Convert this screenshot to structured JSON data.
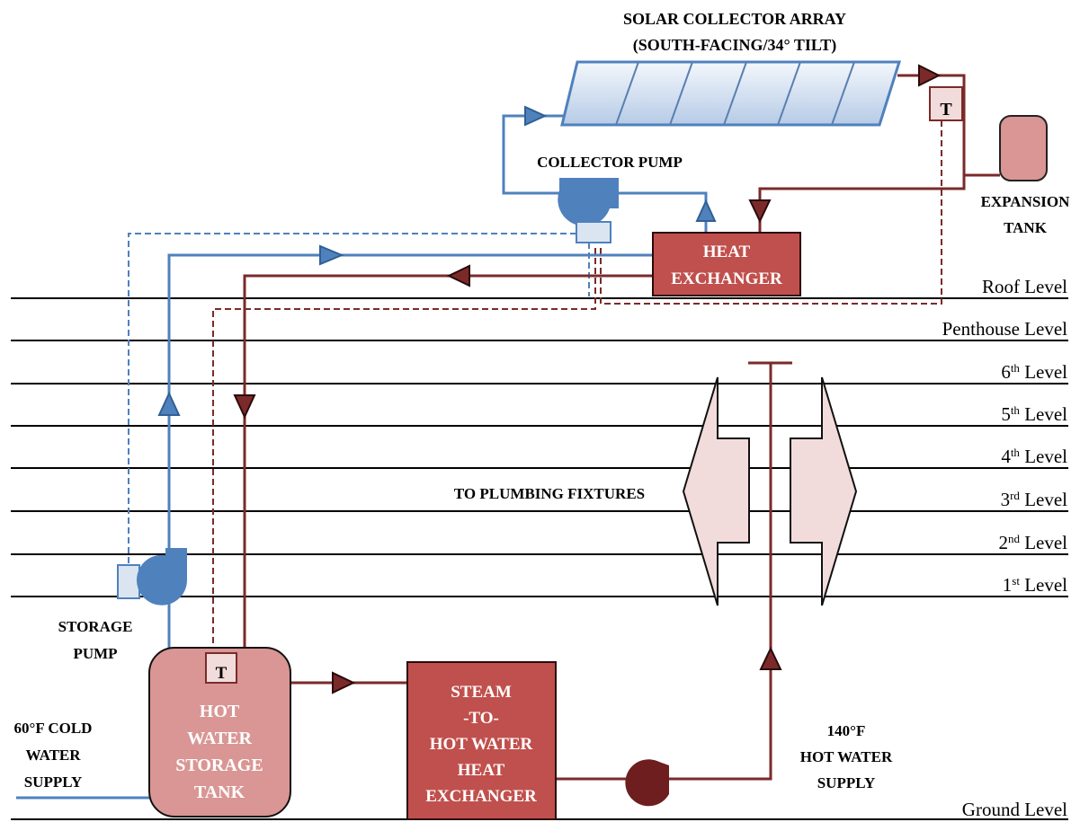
{
  "labels": {
    "solar_array_line1": "SOLAR COLLECTOR ARRAY",
    "solar_array_line2": "(SOUTH-FACING/34° TILT)",
    "collector_pump": "COLLECTOR PUMP",
    "expansion_tank_line1": "EXPANSION",
    "expansion_tank_line2": "TANK",
    "heat_exchanger_line1": "HEAT",
    "heat_exchanger_line2": "EXCHANGER",
    "plumbing_fixtures": "TO PLUMBING FIXTURES",
    "storage_pump_line1": "STORAGE",
    "storage_pump_line2": "PUMP",
    "cold_supply_line1": "60°F COLD",
    "cold_supply_line2": "WATER",
    "cold_supply_line3": "SUPPLY",
    "storage_tank_line1": "HOT",
    "storage_tank_line2": "WATER",
    "storage_tank_line3": "STORAGE",
    "storage_tank_line4": "TANK",
    "steam_hx_line1": "STEAM",
    "steam_hx_line2": "-TO-",
    "steam_hx_line3": "HOT WATER",
    "steam_hx_line4": "HEAT",
    "steam_hx_line5": "EXCHANGER",
    "hot_supply_line1": "140°F",
    "hot_supply_line2": "HOT WATER",
    "hot_supply_line3": "SUPPLY",
    "thermostat_symbol": "T"
  },
  "levels": {
    "roof": "Roof Level",
    "penthouse": "Penthouse Level",
    "sixth_num": "6",
    "sixth_sup": "th",
    "fifth_num": "5",
    "fifth_sup": "th",
    "fourth_num": "4",
    "fourth_sup": "th",
    "third_num": "3",
    "third_sup": "rd",
    "second_num": "2",
    "second_sup": "nd",
    "first_num": "1",
    "first_sup": "st",
    "level_word": " Level",
    "ground": "Ground Level"
  },
  "colors": {
    "cold_loop": "#4f81bd",
    "hot_loop": "#7b2a2a",
    "box_fill": "#c0504d",
    "tank_fill": "#d99694",
    "fixture_fill": "#f2dcdb",
    "level_line": "#000000"
  },
  "icons": [
    "pump-icon",
    "flow-arrow-icon",
    "thermostat-icon",
    "solar-panel-icon"
  ]
}
